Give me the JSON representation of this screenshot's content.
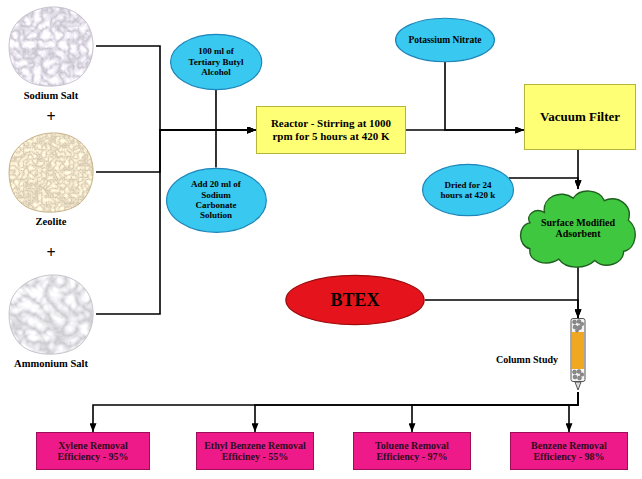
{
  "diagram": {
    "nodes": [
      {
        "text": [
          "Sodium Salt"
        ]
      },
      {
        "text": [
          "Zeolite"
        ]
      },
      {
        "text": [
          "Ammonium Salt"
        ]
      },
      {
        "text": [
          "100 ml of Tertiary Butyl Alcohol"
        ]
      },
      {
        "text": [
          "Add 20 ml of Sodium Carbonate Solution"
        ]
      },
      {
        "text": [
          "Reactor - Stirring at 1000 rpm for 5 hours at 420 K"
        ]
      },
      {
        "text": [
          "Potassium Nitrate"
        ]
      },
      {
        "text": [
          "Vacuum Filter"
        ]
      },
      {
        "text": [
          "Dried for 24 hours at 420 k"
        ]
      },
      {
        "text": [
          "Surface Modified Adsorbent"
        ]
      },
      {
        "text": [
          "BTEX"
        ]
      },
      {
        "text": [
          "Column Study"
        ]
      },
      {
        "text": [
          "Xylene Removal Efficiency - 95%"
        ]
      },
      {
        "text": [
          "Ethyl Benzene Removal Efficiney - 55%"
        ]
      },
      {
        "text": [
          "Toluene Removal Efficiency - 97%"
        ]
      },
      {
        "text": [
          "Benzene Removal Efficiency - 98%"
        ]
      }
    ],
    "edges": [
      {
        "from": 0,
        "to": 5,
        "arrow": "to"
      },
      {
        "from": 1,
        "to": 5,
        "arrow": "to"
      },
      {
        "from": 2,
        "to": 5,
        "arrow": "to"
      },
      {
        "from": 3,
        "to": 5,
        "arrow": "to"
      },
      {
        "from": 4,
        "to": 5,
        "arrow": "to"
      },
      {
        "from": 5,
        "to": 7,
        "arrow": "to"
      },
      {
        "from": 6,
        "to": 7,
        "arrow": "to"
      },
      {
        "from": 7,
        "to": 9,
        "arrow": "to"
      },
      {
        "from": 8,
        "to": 9,
        "arrow": "to"
      },
      {
        "from": 9,
        "to": 11,
        "arrow": "to"
      },
      {
        "from": 10,
        "to": 11,
        "arrow": "to"
      },
      {
        "from": 11,
        "to": 12,
        "arrow": "to"
      },
      {
        "from": 11,
        "to": 13,
        "arrow": "to"
      },
      {
        "from": 11,
        "to": 14,
        "arrow": "to"
      },
      {
        "from": 11,
        "to": 15,
        "arrow": "to"
      }
    ],
    "labels": [
      "+",
      "+"
    ]
  }
}
